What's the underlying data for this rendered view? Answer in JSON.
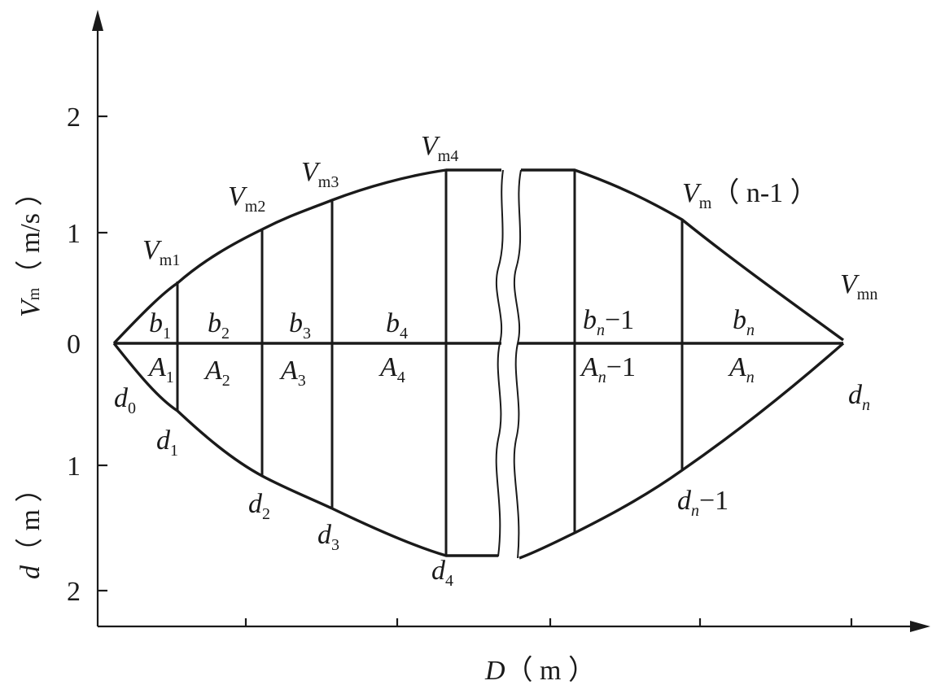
{
  "axes": {
    "y_upper_tick_labels": [
      "2",
      "1",
      "0"
    ],
    "y_lower_tick_labels": [
      "1",
      "2"
    ],
    "y_upper_title_main": "V",
    "y_upper_title_sub": "m",
    "y_upper_title_unit": "（ m/s ）",
    "y_lower_title_main": "d",
    "y_lower_title_unit": "（ m ）",
    "x_title_main": "D",
    "x_title_unit": "（ m ）"
  },
  "velocity_labels": {
    "vm1": {
      "main": "V",
      "sub": "m1"
    },
    "vm2": {
      "main": "V",
      "sub": "m2"
    },
    "vm3": {
      "main": "V",
      "sub": "m3"
    },
    "vm4": {
      "main": "V",
      "sub": "m4"
    },
    "vm_n1": {
      "main": "V",
      "sub": "m",
      "suffix": "（ n-1 ）"
    },
    "vmn": {
      "main": "V",
      "sub": "mn"
    }
  },
  "width_labels": {
    "b1": {
      "main": "b",
      "sub": "1"
    },
    "b2": {
      "main": "b",
      "sub": "2"
    },
    "b3": {
      "main": "b",
      "sub": "3"
    },
    "b4": {
      "main": "b",
      "sub": "4"
    },
    "bn1": {
      "main": "b",
      "sub": "n",
      "suffix": "−1"
    },
    "bn": {
      "main": "b",
      "sub": "n"
    }
  },
  "area_labels": {
    "a1": {
      "main": "A",
      "sub": "1"
    },
    "a2": {
      "main": "A",
      "sub": "2"
    },
    "a3": {
      "main": "A",
      "sub": "3"
    },
    "a4": {
      "main": "A",
      "sub": "4"
    },
    "an1": {
      "main": "A",
      "sub": "n",
      "suffix": "−1"
    },
    "an": {
      "main": "A",
      "sub": "n"
    }
  },
  "depth_labels": {
    "d0": {
      "main": "d",
      "sub": "0"
    },
    "d1": {
      "main": "d",
      "sub": "1"
    },
    "d2": {
      "main": "d",
      "sub": "2"
    },
    "d3": {
      "main": "d",
      "sub": "3"
    },
    "d4": {
      "main": "d",
      "sub": "4"
    },
    "dn1": {
      "main": "d",
      "sub": "n",
      "suffix": "−1"
    },
    "dn": {
      "main": "d",
      "sub": "n"
    }
  }
}
